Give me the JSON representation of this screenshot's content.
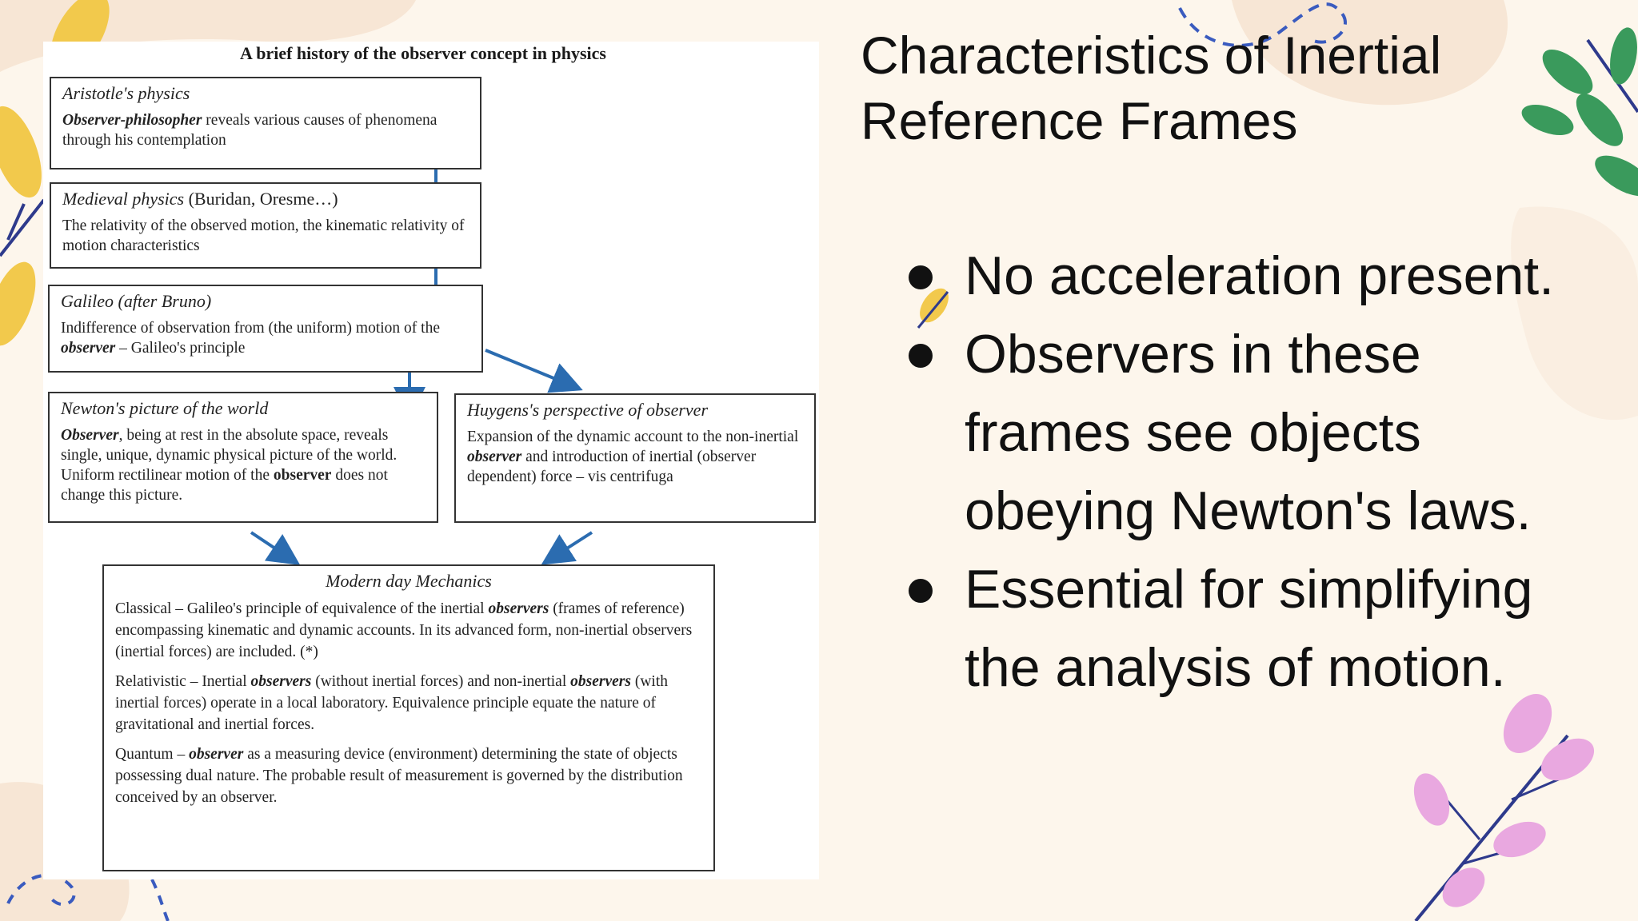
{
  "slide": {
    "title": "Characteristics of Inertial Reference Frames",
    "bullets": [
      "No acceleration present.",
      "Observers in these frames see objects obeying Newton's laws.",
      "Essential for simplifying the analysis of motion."
    ]
  },
  "diagram": {
    "title": "A brief history of the observer concept in physics",
    "boxes": {
      "aristotle": {
        "heading": "Aristotle's physics",
        "body_em": "Observer-philosopher",
        "body_rest": " reveals various causes of phenomena through his contemplation"
      },
      "medieval": {
        "heading_em": "Medieval physics",
        "heading_rest": " (Buridan, Oresme…)",
        "body": "The relativity of the observed motion, the kinematic relativity of motion characteristics"
      },
      "galileo": {
        "heading": "Galileo (after Bruno)",
        "body_a": "Indifference of observation from (the uniform) motion of the ",
        "body_em": "observer",
        "body_b": " – Galileo's principle"
      },
      "newton": {
        "heading": "Newton's picture of the world",
        "body_em1": "Observer",
        "body_a": ", being at rest in the absolute space, reveals single, unique, dynamic physical picture of the world.  Uniform rectilinear motion of the ",
        "body_em2": "observer",
        "body_b": " does not change this picture."
      },
      "huygens": {
        "heading": "Huygens's perspective of observer",
        "body_a": "Expansion of the dynamic account to the non-inertial ",
        "body_em": "observer",
        "body_b": " and introduction of inertial (observer dependent) force – vis centrifuga"
      },
      "modern": {
        "heading": "Modern day Mechanics",
        "classical_a": "Classical – Galileo's principle of equivalence of the inertial ",
        "classical_em": "observers",
        "classical_b": " (frames of reference) encompassing kinematic and dynamic accounts. In its advanced form, non-inertial observers (inertial forces) are included. (*)",
        "relativistic_a": "Relativistic – Inertial ",
        "relativistic_em1": "observers",
        "relativistic_b": " (without inertial forces) and non-inertial ",
        "relativistic_em2": "observers",
        "relativistic_c": " (with inertial forces) operate in a local laboratory. Equivalence principle equate the nature of gravitational and inertial forces.",
        "quantum_a": "Quantum – ",
        "quantum_em": "observer",
        "quantum_b": " as a measuring device (environment) determining the state of objects possessing dual nature.  The probable result of measurement is governed by the distribution conceived by an observer."
      }
    }
  },
  "colors": {
    "background": "#fdf6ec",
    "arrow": "#2b6cb0",
    "leaf_green": "#3a9a5c",
    "leaf_yellow": "#f2c94c",
    "flower_pink": "#e9a8e0",
    "dash_blue": "#3a5bbf"
  }
}
